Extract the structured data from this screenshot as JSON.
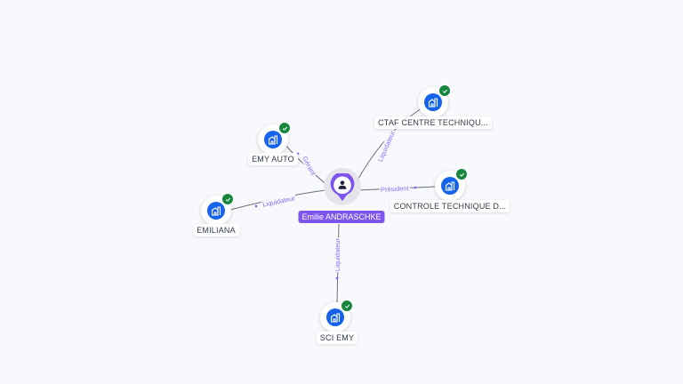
{
  "center": {
    "name": "Emilie ANDRASCHKE",
    "icon": "person-icon",
    "color": "#7d55ee"
  },
  "companies": [
    {
      "name": "EMY AUTO",
      "relation": "Gérant"
    },
    {
      "name": "CTAF CENTRE TECHNIQU...",
      "relation": "Liquidateur"
    },
    {
      "name": "CONTROLE TECHNIQUE D...",
      "relation": "Président"
    },
    {
      "name": "EMILIANA",
      "relation": "Liquidateur"
    },
    {
      "name": "SCI EMY",
      "relation": "Liquidateur"
    }
  ],
  "colors": {
    "company": "#1463e8",
    "verified": "#17873f",
    "relation_text": "#8a6cf0"
  }
}
